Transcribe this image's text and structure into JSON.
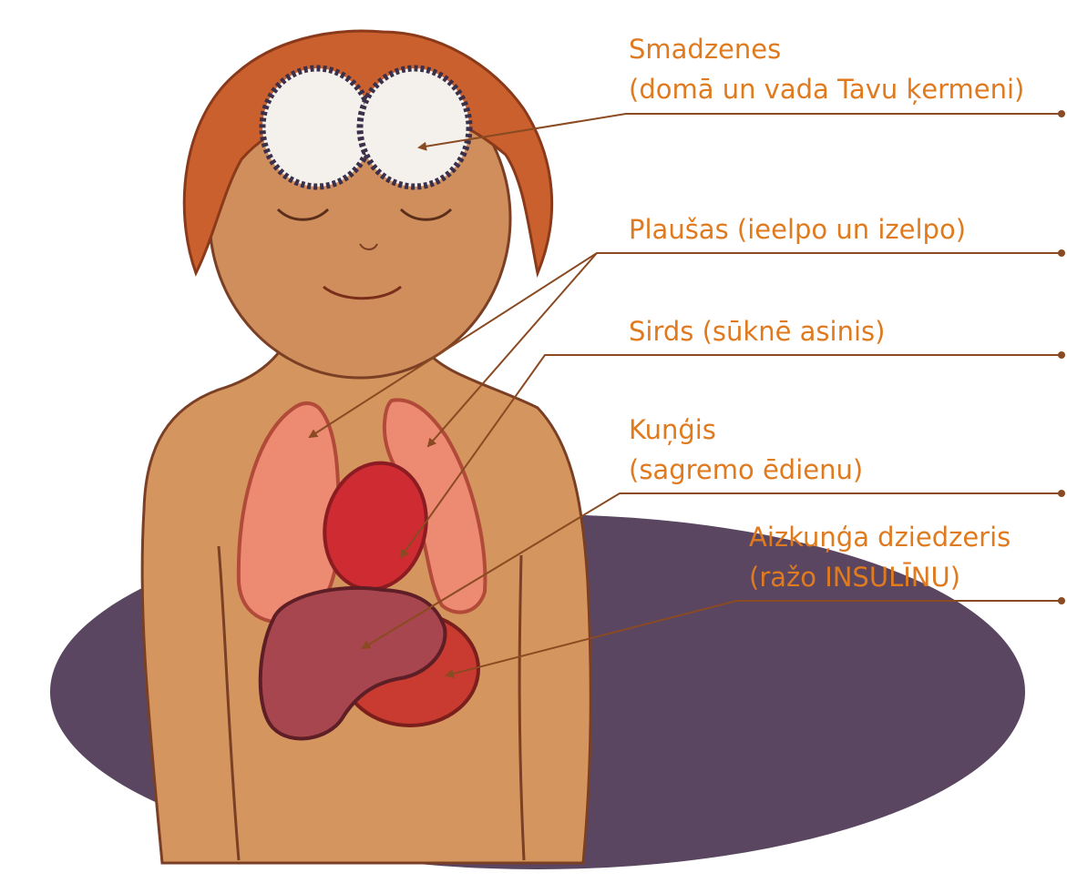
{
  "colors": {
    "label_text": "#e07a1f",
    "leader_line": "#8a4a22",
    "skin": "#d4955e",
    "hair": "#c9602e",
    "backdrop": "#5a4660",
    "lungs": "#ec8a72",
    "heart": "#cf2b32",
    "stomach": "#a8464f",
    "pancreas": "#c93a30",
    "brain": "#f4f1ec"
  },
  "labels": {
    "brain": {
      "line1": "Smadzenes",
      "line2": "(domā un vada Tavu ķermeni)"
    },
    "lungs": {
      "line1": "Plaušas (ieelpo un izelpo)"
    },
    "heart": {
      "line1": "Sirds (sūknē asinis)"
    },
    "stomach": {
      "line1": "Kuņģis",
      "line2": "(sagremo ēdienu)"
    },
    "pancreas": {
      "line1": "Aizkuņģa dziedzeris",
      "line2": "(ražo INSULĪNU)"
    }
  }
}
